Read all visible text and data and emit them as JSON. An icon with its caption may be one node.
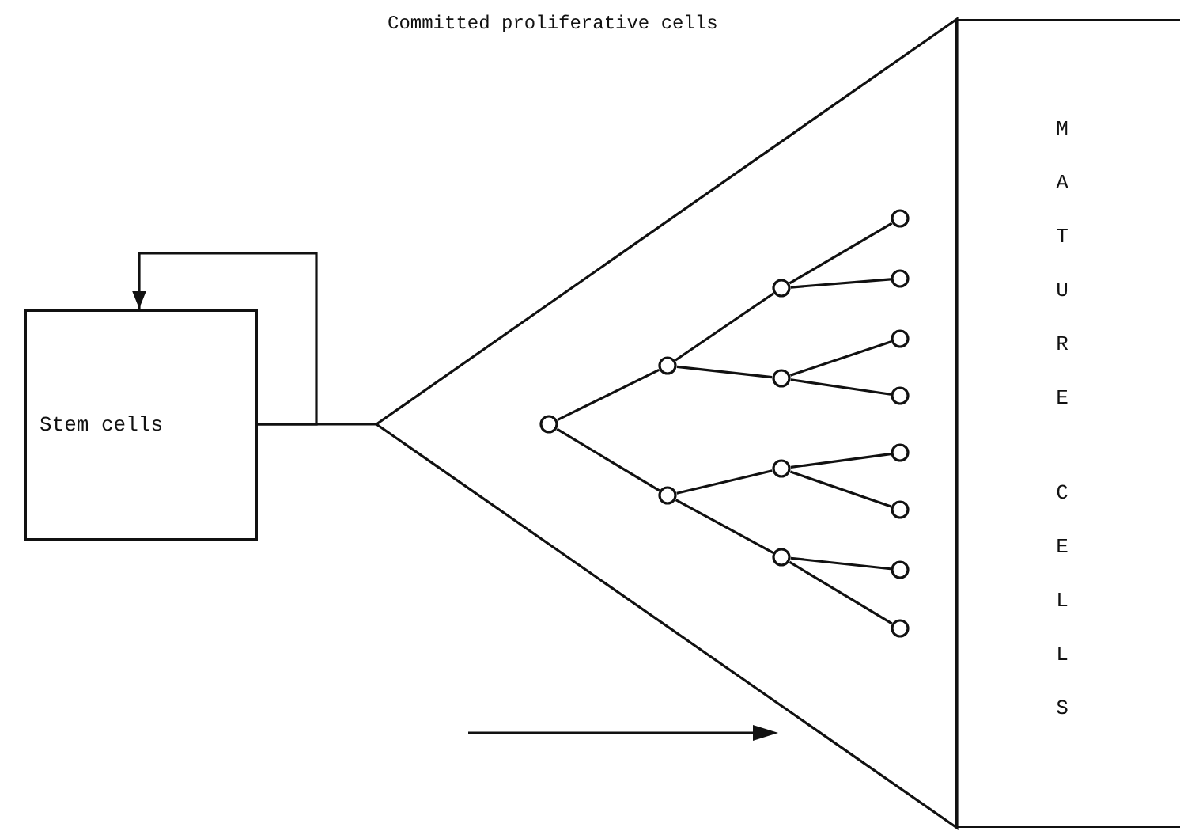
{
  "diagram": {
    "nodes": [
      {
        "text": [
          "Stem cells"
        ]
      },
      {
        "text": [
          "Committed proliferative cells"
        ]
      },
      {
        "text": [
          "MATURE",
          "CELLS"
        ]
      },
      {
        "text": [],
        "shape": "circle",
        "in": 1
      },
      {
        "text": [],
        "shape": "circle",
        "in": 1
      },
      {
        "text": [],
        "shape": "circle",
        "in": 1
      },
      {
        "text": [],
        "shape": "circle",
        "in": 1
      },
      {
        "text": [],
        "shape": "circle",
        "in": 1
      },
      {
        "text": [],
        "shape": "circle",
        "in": 1
      },
      {
        "text": [],
        "shape": "circle",
        "in": 1
      },
      {
        "text": [],
        "shape": "circle",
        "in": 1
      },
      {
        "text": [],
        "shape": "circle",
        "in": 1
      },
      {
        "text": [],
        "shape": "circle",
        "in": 1
      },
      {
        "text": [],
        "shape": "circle",
        "in": 1
      },
      {
        "text": [],
        "shape": "circle",
        "in": 1
      },
      {
        "text": [],
        "shape": "circle",
        "in": 1
      },
      {
        "text": [],
        "shape": "circle",
        "in": 1
      },
      {
        "text": [],
        "shape": "circle",
        "in": 1
      }
    ],
    "edges": [
      {
        "from": 0,
        "to": 1,
        "arrow": "none"
      },
      {
        "from": 0,
        "to": 0,
        "arrow": "to"
      },
      {
        "from": 3,
        "to": 4,
        "arrow": "none"
      },
      {
        "from": 3,
        "to": 5,
        "arrow": "none"
      },
      {
        "from": 4,
        "to": 6,
        "arrow": "none"
      },
      {
        "from": 4,
        "to": 7,
        "arrow": "none"
      },
      {
        "from": 5,
        "to": 8,
        "arrow": "none"
      },
      {
        "from": 5,
        "to": 9,
        "arrow": "none"
      },
      {
        "from": 6,
        "to": 10,
        "arrow": "none"
      },
      {
        "from": 6,
        "to": 11,
        "arrow": "none"
      },
      {
        "from": 7,
        "to": 12,
        "arrow": "none"
      },
      {
        "from": 7,
        "to": 13,
        "arrow": "none"
      },
      {
        "from": 8,
        "to": 14,
        "arrow": "none"
      },
      {
        "from": 8,
        "to": 15,
        "arrow": "none"
      },
      {
        "from": 9,
        "to": 16,
        "arrow": "none"
      },
      {
        "from": 9,
        "to": 17,
        "arrow": "none"
      }
    ]
  }
}
